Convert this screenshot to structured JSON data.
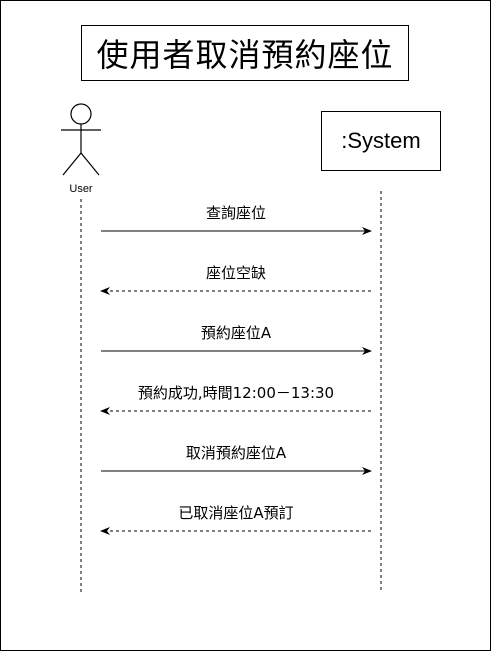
{
  "title": "使用者取消預約座位",
  "actor": {
    "label": "User"
  },
  "system": {
    "label": ":System"
  },
  "messages": [
    {
      "text": "查詢座位",
      "direction": "to-system",
      "style": "solid"
    },
    {
      "text": "座位空缺",
      "direction": "to-user",
      "style": "dashed"
    },
    {
      "text": "預約座位A",
      "direction": "to-system",
      "style": "solid"
    },
    {
      "text": "預約成功,時間12:00－13:30",
      "direction": "to-user",
      "style": "dashed"
    },
    {
      "text": "取消預約座位A",
      "direction": "to-system",
      "style": "solid"
    },
    {
      "text": "已取消座位A預訂",
      "direction": "to-user",
      "style": "dashed"
    }
  ]
}
